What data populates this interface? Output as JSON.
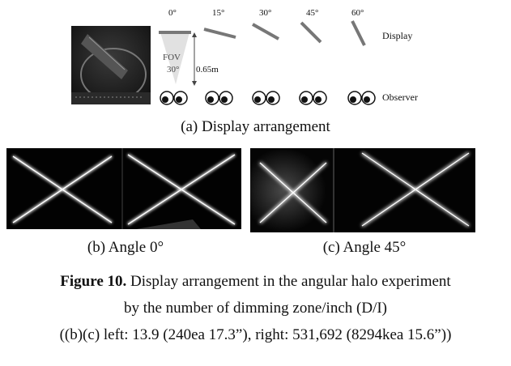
{
  "diagram": {
    "angles": [
      "0°",
      "15°",
      "30°",
      "45°",
      "60°"
    ],
    "display_label": "Display",
    "observer_label": "Observer",
    "fov_label": "FOV",
    "fov_angle": "30°",
    "distance_label": "0.65m"
  },
  "subcaptions": {
    "a": "(a) Display arrangement",
    "b": "(b) Angle 0°",
    "c": "(c) Angle 45°"
  },
  "figure_caption": {
    "label": "Figure 10.",
    "line1_text": " Display arrangement in the angular halo experiment",
    "line2": "by the number of dimming zone/inch (D/I)",
    "line3": "((b)(c) left: 13.9 (240ea 17.3”), right: 531,692 (8294kea 15.6”))"
  }
}
